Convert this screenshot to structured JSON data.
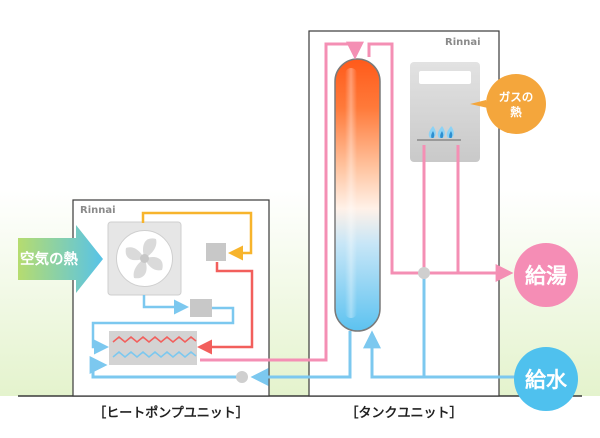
{
  "units": {
    "heat_pump": {
      "brand": "Rinnai",
      "caption": "［ヒートポンプユニット］"
    },
    "tank": {
      "brand": "Rinnai",
      "caption": "［タンクユニット］"
    }
  },
  "inputs": {
    "air_heat": "空気の熱",
    "gas_heat_line1": "ガスの",
    "gas_heat_line2": "熱"
  },
  "outputs": {
    "hot_water": "給湯",
    "cold_water": "給水"
  },
  "colors": {
    "hot_pipe": "#f48fb4",
    "cold_pipe": "#7cc8ef",
    "refrigerant_hot": "#f25f5c",
    "refrigerant_warm": "#f7b42c",
    "hot_badge": "#f58db5",
    "cold_badge": "#4fc1ee",
    "gas_badge": "#f4a63c",
    "air_band": "#eaf6d6",
    "unit_border": "#3a3a3a"
  },
  "icons": {
    "fan": "fan-icon",
    "burner": "gas-flame-icon",
    "heat_exchanger": "heat-exchanger-icon",
    "pump": "pump-icon",
    "valve": "mixing-valve-icon"
  }
}
